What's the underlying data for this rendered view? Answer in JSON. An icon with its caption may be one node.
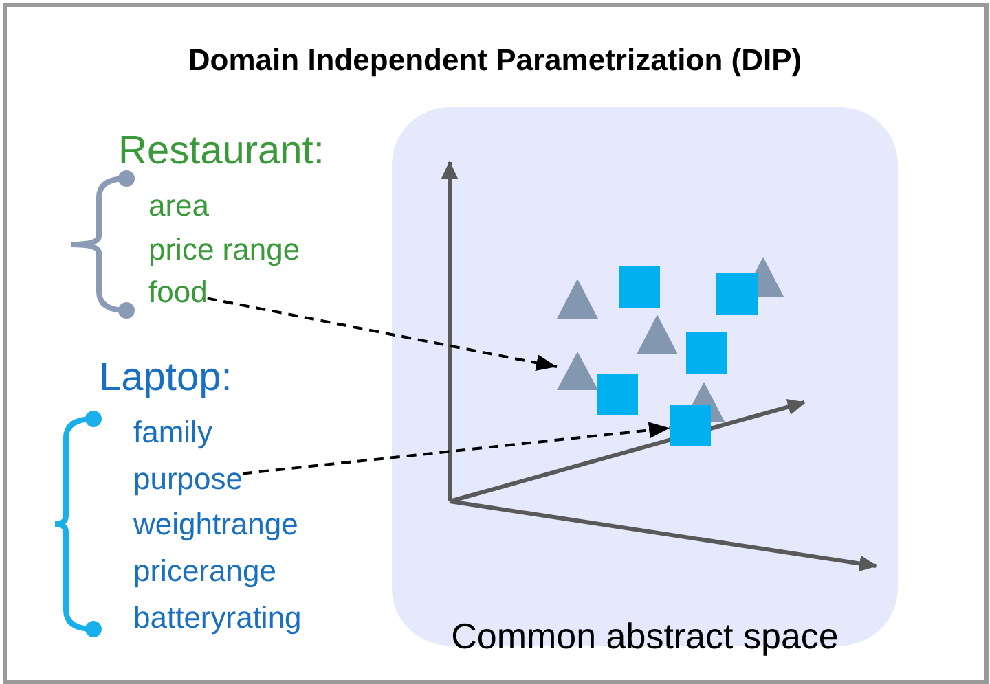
{
  "diagram": {
    "title": "Domain Independent Parametrization (DIP)",
    "nodes": [
      {
        "text": [
          "Common abstract space"
        ]
      },
      {
        "text": [
          "food"
        ]
      },
      {
        "text": [
          "purpose"
        ]
      },
      {
        "text": [],
        "shape": "triangle",
        "in": 0
      },
      {
        "text": [],
        "shape": "box",
        "in": 0
      }
    ],
    "edges": [
      {
        "from": 1,
        "to": 3,
        "arrow": "to",
        "style": "dashed"
      },
      {
        "from": 2,
        "to": 4,
        "arrow": "to",
        "style": "dashed"
      }
    ],
    "labels": [
      "Restaurant:",
      "area",
      "price range",
      "Laptop:",
      "family",
      "weightrange",
      "pricerange",
      "batteryrating"
    ]
  }
}
